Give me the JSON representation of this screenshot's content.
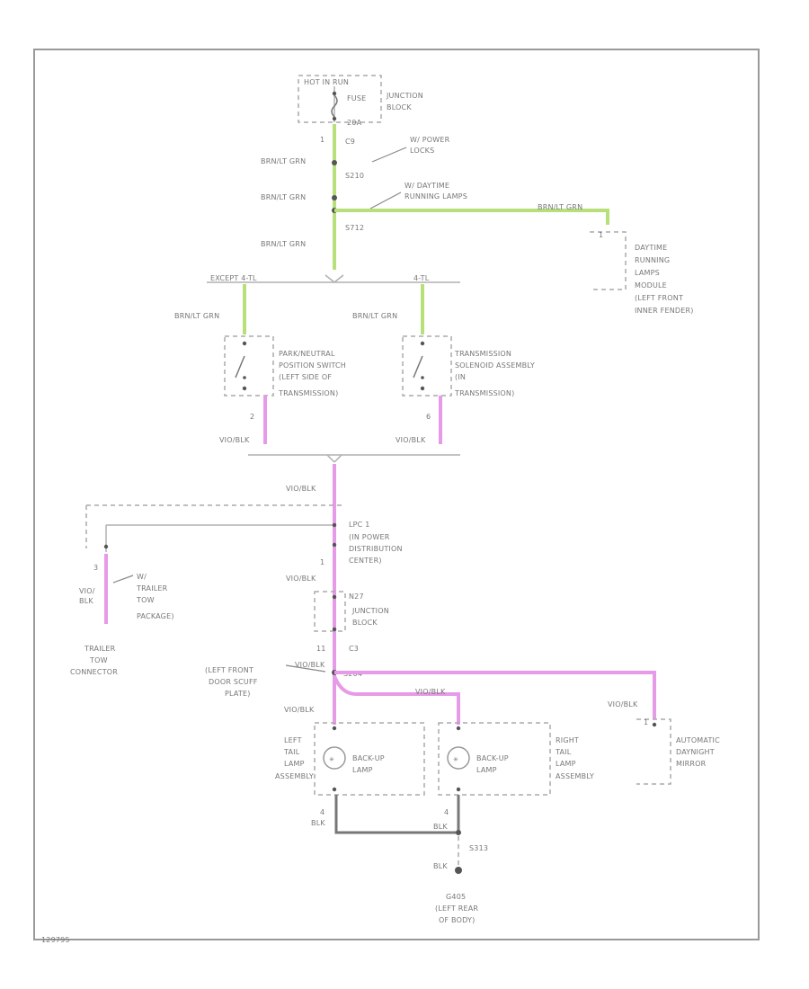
{
  "labels": {
    "hot_in_run": "HOT IN RUN",
    "fuse": "FUSE",
    "fuse_amp": "20A",
    "junction_block_top": [
      "JUNCTION",
      "BLOCK"
    ],
    "c9": "C9",
    "s210": "S210",
    "w_power_locks": [
      "W/ POWER",
      "LOCKS"
    ],
    "w_drl": [
      "W/ DAYTIME",
      "RUNNING LAMPS"
    ],
    "s712": "S712",
    "brnlt_grn": "BRN/LT GRN",
    "drl_module": [
      "DAYTIME",
      "RUNNING",
      "LAMPS",
      "MODULE",
      "(LEFT FRONT",
      "INNER FENDER)"
    ],
    "except_4tl": "EXCEPT 4-TL",
    "4tl": "4-TL",
    "park_neutral_switch": [
      "PARK/NEUTRAL",
      "POSITION SWITCH",
      "(LEFT SIDE OF",
      "TRANSMISSION)"
    ],
    "trans_solenoid": [
      "TRANSMISSION",
      "SOLENOID ASSEMBLY",
      "(IN",
      "TRANSMISSION)"
    ],
    "pin2": "2",
    "pin1": "1",
    "pin3": "3",
    "pin4": "4",
    "pin6": "6",
    "pin11": "11",
    "vio_blk": "VIO/BLK",
    "lpc1": "LPC 1",
    "power_dist": [
      "(IN POWER",
      "DISTRIBUTION",
      "CENTER)"
    ],
    "vio_blk_trailer": [
      "VIO/",
      "BLK"
    ],
    "w_trailer_tow": [
      "W/",
      "TRAILER",
      "TOW",
      "PACKAGE)"
    ],
    "trailer_tow_connector": [
      "TRAILER",
      "TOW",
      "CONNECTOR"
    ],
    "n27": "N27",
    "junction_block_mid": [
      "JUNCTION",
      "BLOCK"
    ],
    "c3": "C3",
    "s204": "S204",
    "left_front_scuff": [
      "(LEFT FRONT",
      "DOOR SCUFF",
      "PLATE)"
    ],
    "left_tail_lamp": [
      "LEFT",
      "TAIL",
      "LAMP",
      "ASSEMBLY"
    ],
    "right_tail_lamp": [
      "RIGHT",
      "TAIL",
      "LAMP",
      "ASSEMBLY"
    ],
    "back_up_lamp": [
      "BACK-UP",
      "LAMP"
    ],
    "auto_dimming_mirror": [
      "AUTOMATIC",
      "DAYNIGHT",
      "MIRROR"
    ],
    "blk": "BLK",
    "s313": "S313",
    "g405": [
      "G405",
      "(LEFT REAR",
      "OF BODY)"
    ],
    "figure_id": "129795"
  },
  "colors": {
    "green_wire": "#b8e07a",
    "pink_wire": "#e79ae7",
    "black_wire": "#777777",
    "frame": "#999999"
  }
}
